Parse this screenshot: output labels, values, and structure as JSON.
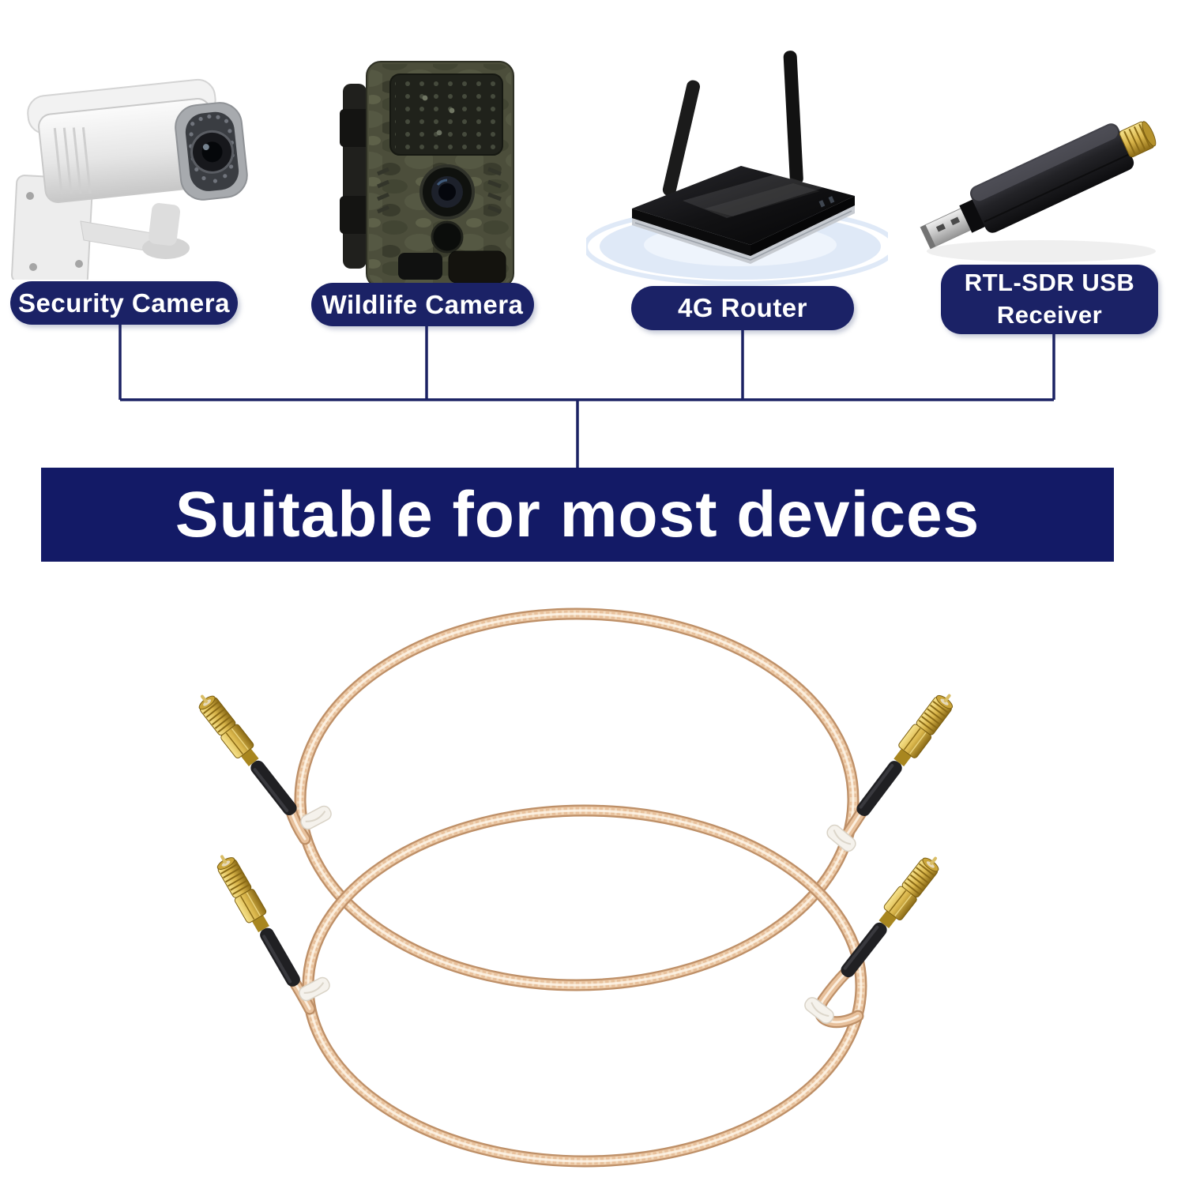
{
  "banner": {
    "title": "Suitable for most devices",
    "background": "#131a66",
    "text_color": "#ffffff"
  },
  "devices": [
    {
      "label": "Security Camera",
      "illustration": "security-camera-photo"
    },
    {
      "label": "Wildlife Camera",
      "illustration": "wildlife-trail-camera-photo"
    },
    {
      "label": "4G Router",
      "illustration": "4g-router-photo"
    },
    {
      "label": "RTL-SDR USB Receiver",
      "illustration": "rtl-sdr-usb-receiver-photo"
    }
  ],
  "connector_diagram": {
    "line_color": "#1b2263",
    "joins_to": "banner"
  },
  "product_photo": {
    "subject": "two-coaxial-cables-with-sma-male-connectors",
    "connector_count": 4,
    "white_tie_count": 4,
    "colors": {
      "cable_braid": "#e8c19c",
      "sma_gold": "#d9b54a",
      "heat_shrink": "#202023",
      "tie_white": "#f5f2ec"
    }
  },
  "page": {
    "background": "#ffffff",
    "pill_color": "#1b2266"
  }
}
